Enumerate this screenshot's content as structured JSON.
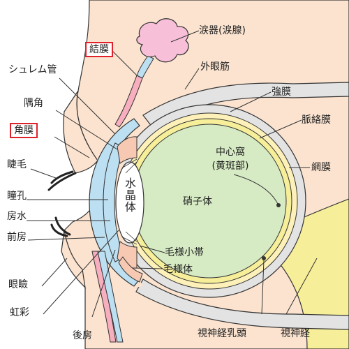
{
  "labels": {
    "lacrimal_gland": "涙器(涙腺)",
    "extraocular_muscle": "外眼筋",
    "sclera": "強膜",
    "choroid": "脈絡膜",
    "retina": "網膜",
    "fovea_line1": "中心窩",
    "fovea_line2": "(黄斑部)",
    "vitreous_body": "硝子体",
    "crystalline_lens": "水晶体",
    "conjunctiva": "結膜",
    "schlemm_canal": "シュレム管",
    "angle": "隅角",
    "cornea": "角膜",
    "eyelash": "睫毛",
    "pupil": "瞳孔",
    "aqueous_humor": "房水",
    "anterior_chamber": "前房",
    "eyelid": "眼瞼",
    "iris": "虹彩",
    "posterior_chamber": "後房",
    "ciliary_zonule": "毛様小帯",
    "ciliary_body": "毛様体",
    "optic_disc": "視神経乳頭",
    "optic_nerve": "視神経"
  },
  "highlighted_labels": [
    "conjunctiva",
    "cornea"
  ],
  "colors": {
    "skin": "#fbe3cf",
    "outline": "#333333",
    "sclera": "#e3e3e3",
    "choroid": "#fdf1b9",
    "retina": "#f6ee99",
    "vitreous": "#d6ebc4",
    "cornea": "#bcdff1",
    "conjunctiva": "#f7aebe",
    "lacrimal_gland": "#f7bfd8",
    "iris_ciliary": "#f7c9b2",
    "optic_nerve": "#f6ee99",
    "highlight_box": "#e0212b"
  }
}
